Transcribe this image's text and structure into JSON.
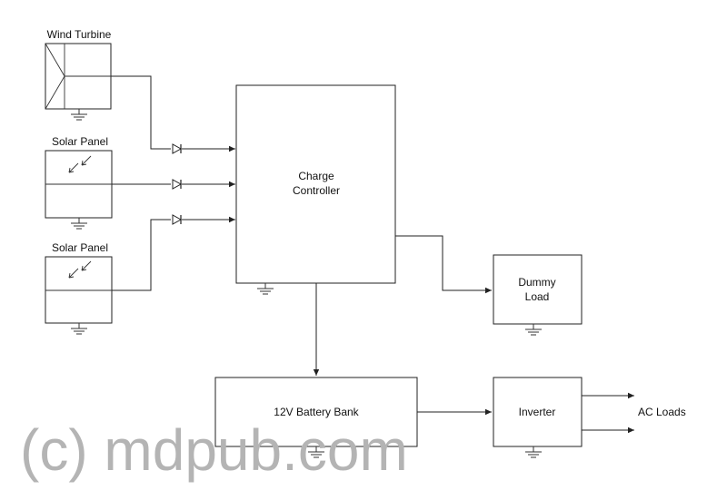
{
  "diagram": {
    "wind_turbine_label": "Wind Turbine",
    "solar_panel_1_label": "Solar Panel",
    "solar_panel_2_label": "Solar Panel",
    "charge_controller_line1": "Charge",
    "charge_controller_line2": "Controller",
    "dummy_load_line1": "Dummy",
    "dummy_load_line2": "Load",
    "battery_bank_label": "12V Battery Bank",
    "inverter_label": "Inverter",
    "ac_loads_label": "AC Loads"
  },
  "watermark": "(c) mdpub.com",
  "icons": {
    "ground": "ground-icon",
    "diode": "diode-icon",
    "sun_rays": "sun-ray-arrow-icon"
  }
}
